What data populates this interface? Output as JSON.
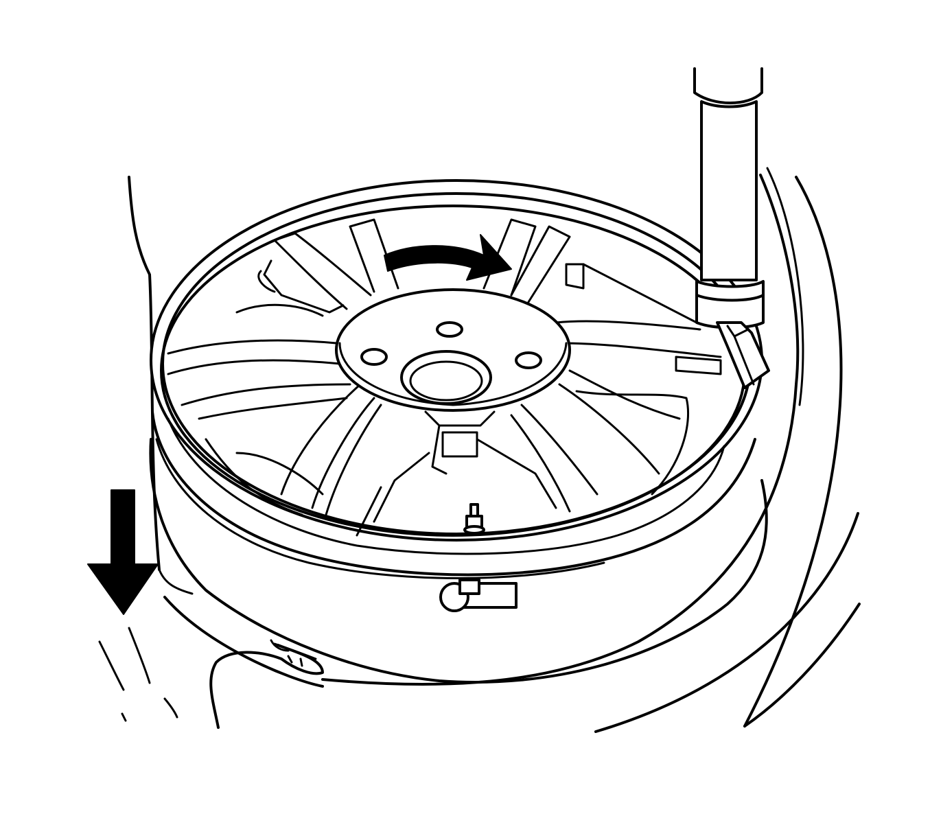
{
  "figure": {
    "text_labels": [],
    "arrows": [
      {
        "name": "rotation-arrow",
        "direction": "clockwise"
      },
      {
        "name": "push-down-arrow",
        "direction": "down"
      }
    ],
    "components": [
      "wheel-rim",
      "tire",
      "mounting-tool",
      "valve-stem",
      "tpms-sensor",
      "hand"
    ],
    "colors": {
      "line": "#000000",
      "background": "#ffffff",
      "arrow": "#000000"
    }
  }
}
